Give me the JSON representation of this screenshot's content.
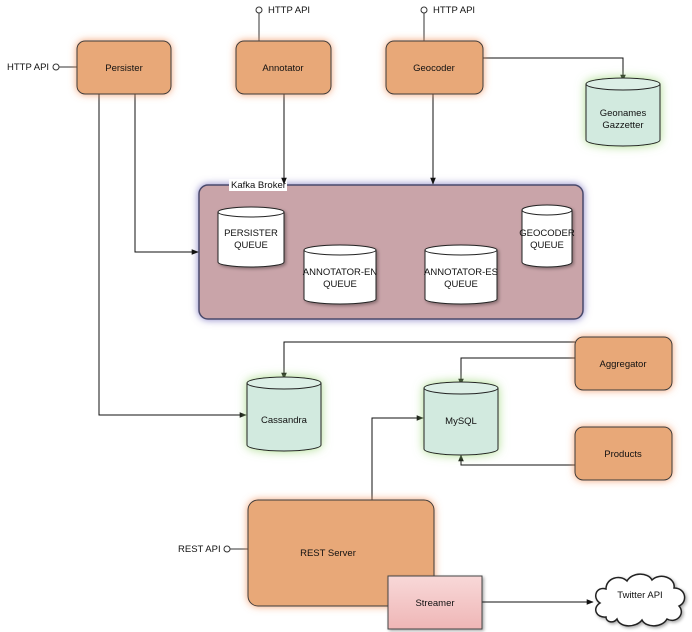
{
  "nodes": {
    "persister": "Persister",
    "annotator": "Annotator",
    "geocoder": "Geocoder",
    "geonames": [
      "Geonames",
      "Gazzetter"
    ],
    "kafka_broker": "Kafka Broker",
    "persister_queue": [
      "PERSISTER",
      "QUEUE"
    ],
    "annotator_en_queue": [
      "ANNOTATOR-EN",
      "QUEUE"
    ],
    "annotator_es_queue": [
      "ANNOTATOR-ES",
      "QUEUE"
    ],
    "geocoder_queue": [
      "GEOCODER",
      "QUEUE"
    ],
    "aggregator": "Aggregator",
    "cassandra": "Cassandra",
    "mysql": "MySQL",
    "products": "Products",
    "rest_server": "REST Server",
    "streamer": "Streamer",
    "twitter_api": "Twitter API"
  },
  "api_labels": {
    "persister_http": "HTTP API",
    "annotator_http": "HTTP API",
    "geocoder_http": "HTTP API",
    "rest_api": "REST API"
  },
  "colors": {
    "service_fill": "#e8a878",
    "service_glow": "#f0a070",
    "store_fill": "#d2eadf",
    "store_glow": "#a8d88a",
    "broker_fill": "#c8a4a8",
    "broker_glow": "#8a82c0",
    "streamer_fill": "#f4c4c4"
  }
}
